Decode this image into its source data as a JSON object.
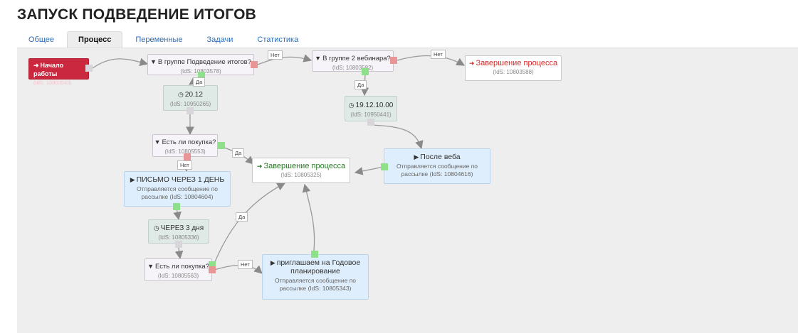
{
  "page": {
    "title": "ЗАПУСК ПОДВЕДЕНИЕ ИТОГОВ"
  },
  "tabs": [
    {
      "label": "Общее"
    },
    {
      "label": "Процесс",
      "active": true
    },
    {
      "label": "Переменные"
    },
    {
      "label": "Задачи"
    },
    {
      "label": "Статистика"
    }
  ],
  "colors": {
    "start": "#c9283e",
    "filter_bg": "#f7f4f9",
    "timer_bg": "#dfe9e6",
    "email_bg": "#deeefc",
    "port_yes": "#8fe08b",
    "port_no": "#e79595",
    "end_red": "#d72a2a",
    "end_green": "#2a7a2a"
  },
  "nodes": {
    "start": {
      "icon": "sign-in-icon",
      "title": "Начало работы",
      "sub": "(IdS: 10803543)"
    },
    "filter_group_itogov": {
      "icon": "filter-icon",
      "title": "В группе Подведение итогов?",
      "sub": "(IdS: 10803578)"
    },
    "filter_group_2": {
      "icon": "filter-icon",
      "title": "В группе 2 вебинара?",
      "sub": "(IdS: 10803582)"
    },
    "end_top": {
      "icon": "sign-out-icon",
      "title": "Завершение процесса",
      "sub": "(IdS: 10803588)"
    },
    "timer_2012": {
      "icon": "clock-icon",
      "title": "20.12",
      "sub": "(IdS: 10950265)"
    },
    "timer_1912": {
      "icon": "clock-icon",
      "title": "19.12.10.00",
      "sub": "(IdS: 10950441)"
    },
    "filter_purchase_1": {
      "icon": "filter-icon",
      "title": "Есть ли покупка?",
      "sub": "(IdS: 10805553)"
    },
    "end_mid": {
      "icon": "sign-out-icon",
      "title": "Завершение процесса",
      "sub": "(IdS: 10805325)"
    },
    "email_after_web": {
      "icon": "play-icon",
      "title": "После веба",
      "desc": "Отправляется сообщение по рассылке (IdS: 10804616)"
    },
    "email_1day": {
      "icon": "play-icon",
      "title": "ПИСЬМО ЧЕРЕЗ 1 ДЕНЬ",
      "desc": "Отправляется сообщение по рассылке (IdS: 10804604)"
    },
    "timer_3days": {
      "icon": "clock-icon",
      "title": "ЧЕРЕЗ 3 дня",
      "sub": "(IdS: 10805336)"
    },
    "filter_purchase_2": {
      "icon": "filter-icon",
      "title": "Есть ли покупка?",
      "sub": "(IdS: 10805563)"
    },
    "email_invite": {
      "icon": "play-icon",
      "title": "приглашаем на Годовое планирование",
      "desc": "Отправляется сообщение по рассылке (IdS: 10805343)"
    }
  },
  "edge_labels": {
    "no_1": "Нет",
    "no_2": "Нет",
    "yes_1": "Да",
    "yes_2": "Да",
    "yes_3": "Да",
    "no_3": "Нет",
    "yes_4": "Да",
    "no_4": "Нет"
  }
}
